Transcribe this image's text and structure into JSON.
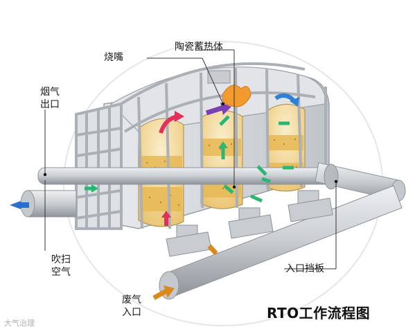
{
  "title": "RTO工作流程图",
  "watermark": "大气治理",
  "labels": {
    "ceramic": "陶瓷蓄热体",
    "burner": "烧嘴",
    "flue_gas": [
      "烟气",
      "出口"
    ],
    "purge_air": [
      "吹扫",
      "空气"
    ],
    "inlet_baffle": "入口挡板",
    "waste_gas": [
      "废气",
      "入口"
    ]
  },
  "colors": {
    "frame": "#c9ccd0",
    "frame_dark": "#8d939a",
    "pipe": "#d4d7da",
    "pipe_shade": "#9ea4aa",
    "bed_top": "#f3dfae",
    "bed_fill": "#e8c06a",
    "bed_speckle": "#b8862a",
    "flame": "#f29a2e",
    "arrow_green": "#2bb673",
    "arrow_red": "#e0315a",
    "arrow_purple": "#7b3fb3",
    "arrow_blue": "#2f7fd6",
    "arrow_orange": "#d98a1c",
    "arrow_inlet_blue": "#2a6fcf"
  }
}
